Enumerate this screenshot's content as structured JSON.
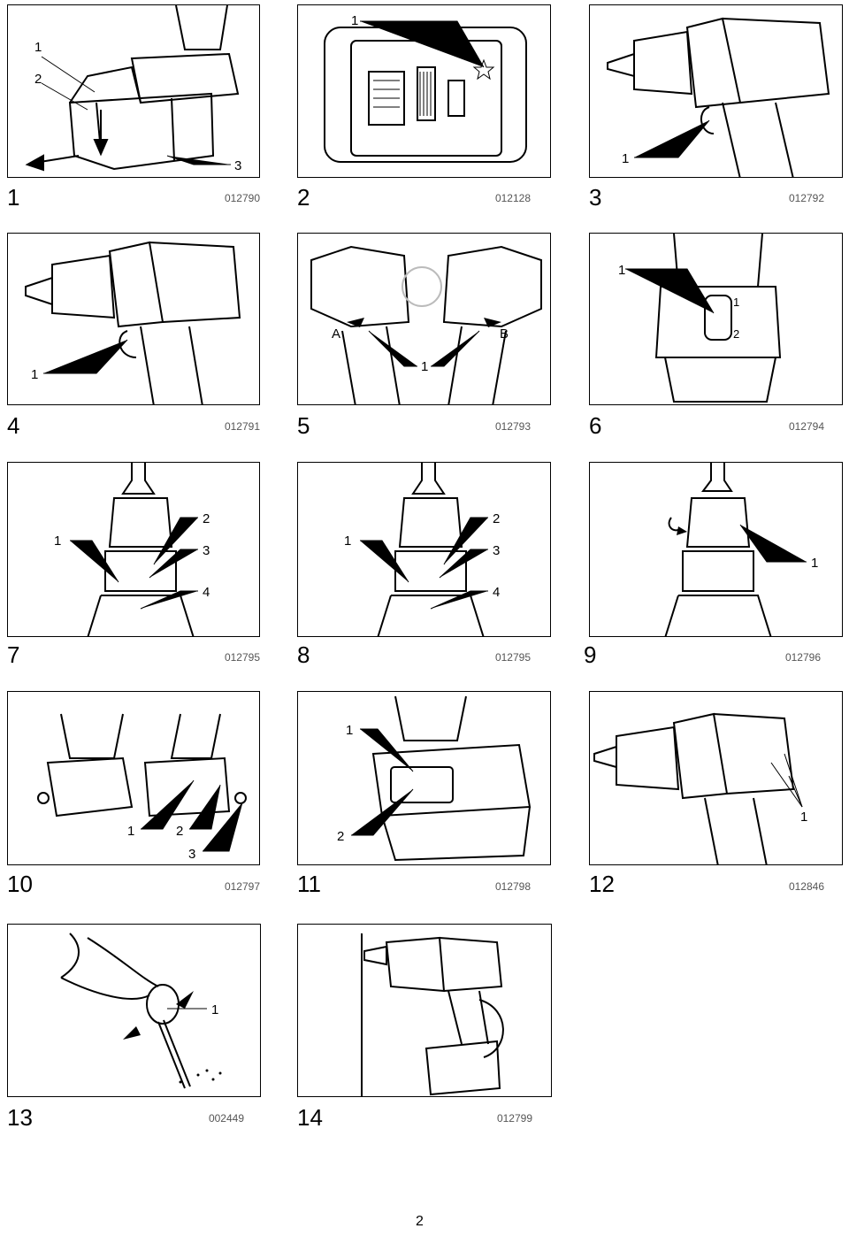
{
  "figures": [
    {
      "number": "1",
      "code": "012790",
      "callouts": [
        "1",
        "2",
        "3"
      ]
    },
    {
      "number": "2",
      "code": "012128",
      "callouts": [
        "1"
      ]
    },
    {
      "number": "3",
      "code": "012792",
      "callouts": [
        "1"
      ]
    },
    {
      "number": "4",
      "code": "012791",
      "callouts": [
        "1"
      ]
    },
    {
      "number": "5",
      "code": "012793",
      "callouts": [
        "A",
        "B",
        "1"
      ]
    },
    {
      "number": "6",
      "code": "012794",
      "callouts": [
        "1",
        "1",
        "2"
      ]
    },
    {
      "number": "7",
      "code": "012795",
      "callouts": [
        "1",
        "2",
        "3",
        "4"
      ]
    },
    {
      "number": "8",
      "code": "012795",
      "callouts": [
        "1",
        "2",
        "3",
        "4"
      ]
    },
    {
      "number": "9",
      "code": "012796",
      "callouts": [
        "1"
      ]
    },
    {
      "number": "10",
      "code": "012797",
      "callouts": [
        "1",
        "2",
        "3"
      ]
    },
    {
      "number": "11",
      "code": "012798",
      "callouts": [
        "1",
        "2"
      ]
    },
    {
      "number": "12",
      "code": "012846",
      "callouts": [
        "1"
      ]
    },
    {
      "number": "13",
      "code": "002449",
      "callouts": [
        "1"
      ]
    },
    {
      "number": "14",
      "code": "012799",
      "callouts": []
    }
  ],
  "page_number": "2"
}
